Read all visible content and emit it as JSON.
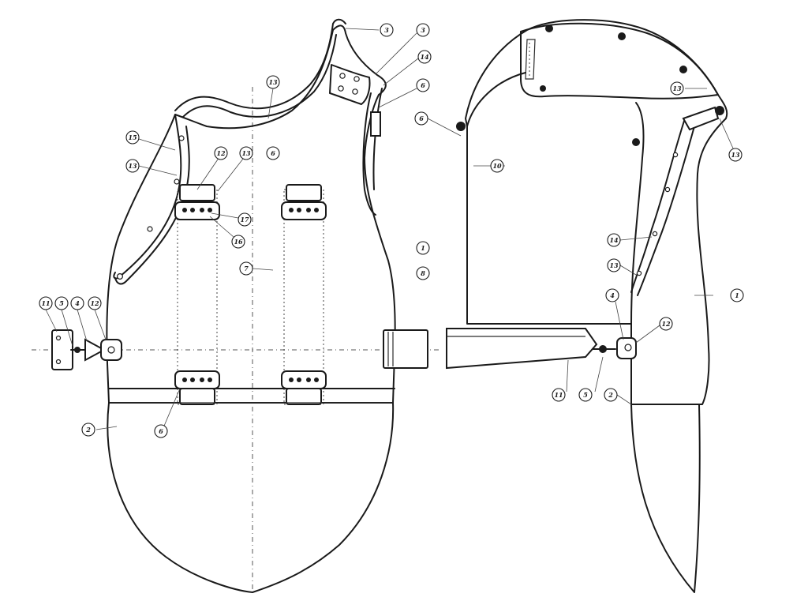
{
  "callouts": [
    {
      "id": "c-3a",
      "label": "3"
    },
    {
      "id": "c-3b",
      "label": "3"
    },
    {
      "id": "c-14a",
      "label": "14"
    },
    {
      "id": "c-6a",
      "label": "6"
    },
    {
      "id": "c-13a",
      "label": "13"
    },
    {
      "id": "c-15",
      "label": "15"
    },
    {
      "id": "c-13b",
      "label": "13"
    },
    {
      "id": "c-12a",
      "label": "12"
    },
    {
      "id": "c-13c",
      "label": "13"
    },
    {
      "id": "c-6b",
      "label": "6"
    },
    {
      "id": "c-17",
      "label": "17"
    },
    {
      "id": "c-16",
      "label": "16"
    },
    {
      "id": "c-7",
      "label": "7"
    },
    {
      "id": "c-1a",
      "label": "1"
    },
    {
      "id": "c-8a",
      "label": "8"
    },
    {
      "id": "c-11a",
      "label": "11"
    },
    {
      "id": "c-5a",
      "label": "5"
    },
    {
      "id": "c-4a",
      "label": "4"
    },
    {
      "id": "c-12b",
      "label": "12"
    },
    {
      "id": "c-2a",
      "label": "2"
    },
    {
      "id": "c-6c",
      "label": "6"
    },
    {
      "id": "c-6d",
      "label": "6"
    },
    {
      "id": "c-10",
      "label": "10"
    },
    {
      "id": "c-13d",
      "label": "13"
    },
    {
      "id": "c-13e",
      "label": "13"
    },
    {
      "id": "c-14b",
      "label": "14"
    },
    {
      "id": "c-13f",
      "label": "13"
    },
    {
      "id": "c-1b",
      "label": "1"
    },
    {
      "id": "c-4b",
      "label": "4"
    },
    {
      "id": "c-12c",
      "label": "12"
    },
    {
      "id": "c-11b",
      "label": "11"
    },
    {
      "id": "c-5b",
      "label": "5"
    },
    {
      "id": "c-2b",
      "label": "2"
    }
  ]
}
